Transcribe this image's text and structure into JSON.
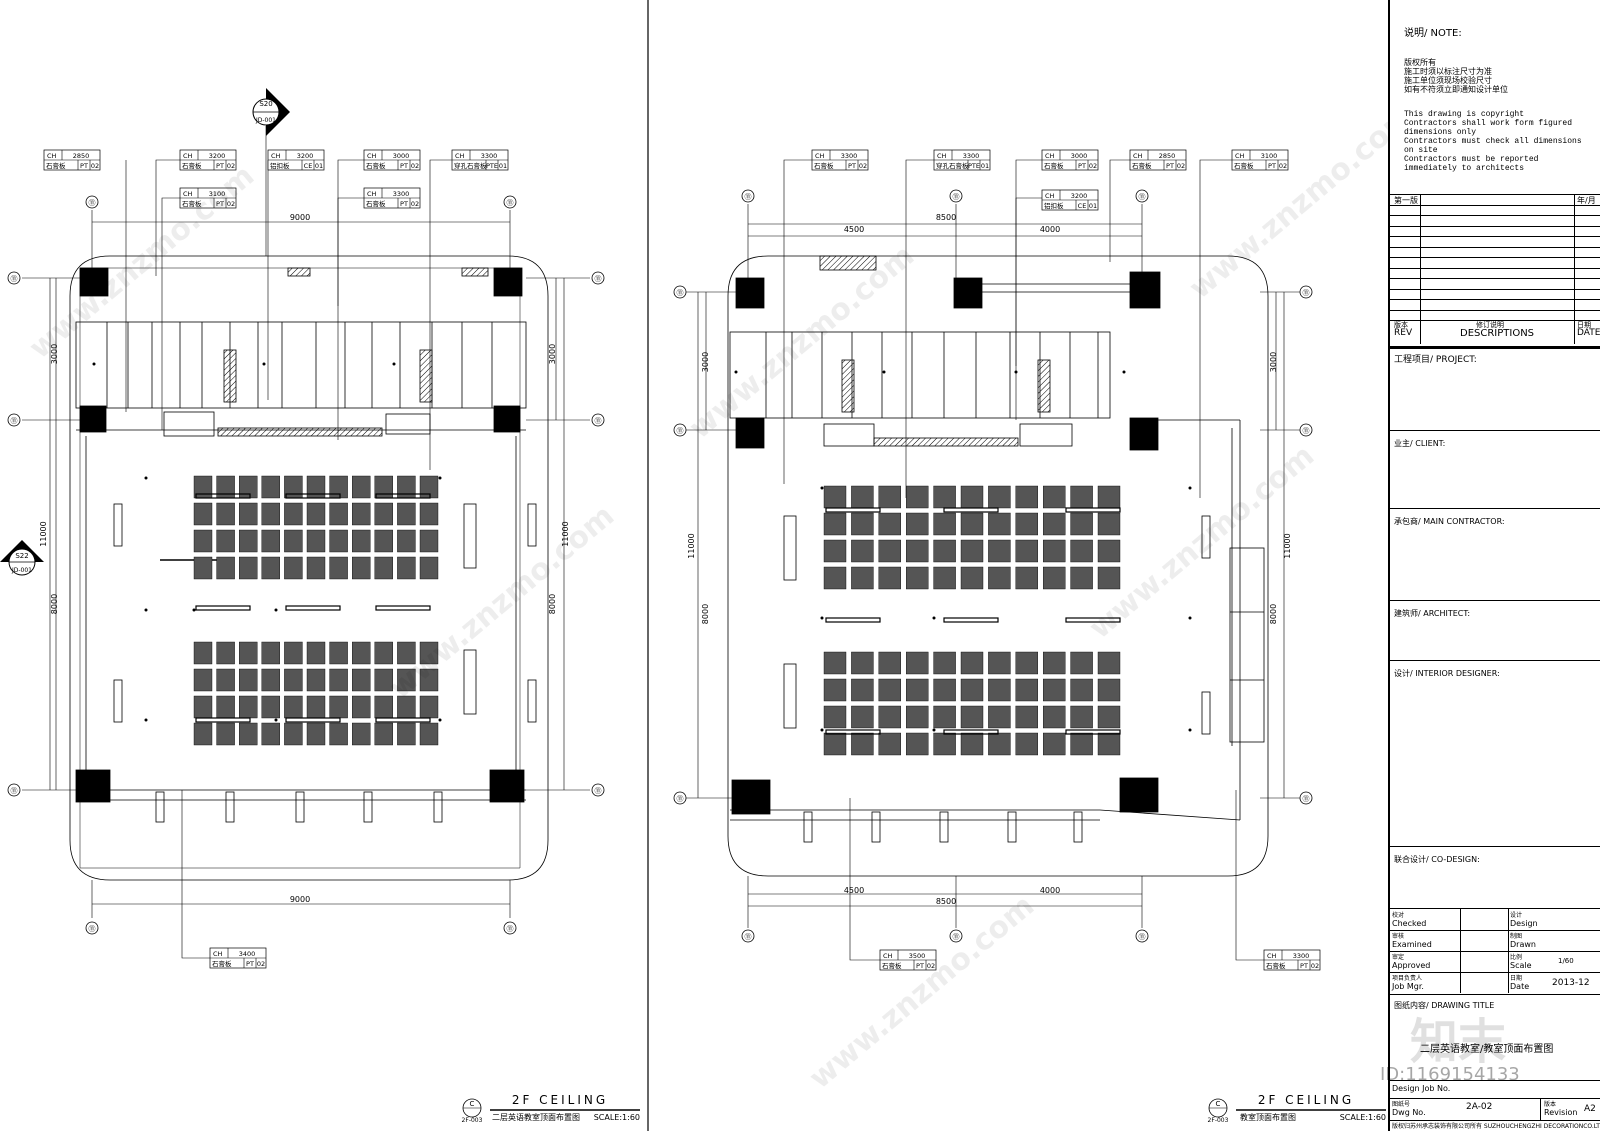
{
  "plans": [
    {
      "grid_top": [
        "⑪",
        "⑪"
      ],
      "top_dim_total": "9000",
      "bottom_dim_total": "9000",
      "side_dims": [
        "3000",
        "11000",
        "8000"
      ],
      "section_marks": [
        {
          "top": "S20",
          "bot": "JD-001"
        },
        {
          "top": "S22",
          "bot": "JD-001"
        }
      ],
      "tags_top": [
        {
          "ch": "2850",
          "mat": "石膏板",
          "code": "PT",
          "num": "02"
        },
        {
          "ch": "3200",
          "mat": "石膏板",
          "code": "PT",
          "num": "02"
        },
        {
          "ch": "3200",
          "mat": "铝扣板",
          "code": "CE",
          "num": "01"
        },
        {
          "ch": "3000",
          "mat": "石膏板",
          "code": "PT",
          "num": "02"
        },
        {
          "ch": "3300",
          "mat": "穿孔石膏板",
          "code": "PTE",
          "num": "01"
        },
        {
          "ch": "3100",
          "mat": "石膏板",
          "code": "PT",
          "num": "02"
        },
        {
          "ch": "3300",
          "mat": "石膏板",
          "code": "PT",
          "num": "02"
        }
      ],
      "tag_bottom": {
        "ch": "3400",
        "mat": "石膏板",
        "code": "PT",
        "num": "02"
      },
      "title": "2F CEILING",
      "subtitle": "二层英语教室顶面布置图",
      "scale": "SCALE:1:60",
      "ref": "2F-003",
      "bubble": "C"
    },
    {
      "top_dims": [
        "4500",
        "4000"
      ],
      "top_dim_total": "8500",
      "bottom_dims": [
        "4500",
        "4000"
      ],
      "bottom_dim_total": "8500",
      "side_dims": [
        "3000",
        "11000",
        "8000"
      ],
      "tags_top": [
        {
          "ch": "3300",
          "mat": "石膏板",
          "code": "PT",
          "num": "02"
        },
        {
          "ch": "3300",
          "mat": "穿孔石膏板",
          "code": "PTE",
          "num": "01"
        },
        {
          "ch": "3000",
          "mat": "石膏板",
          "code": "PT",
          "num": "02"
        },
        {
          "ch": "2850",
          "mat": "石膏板",
          "code": "PT",
          "num": "02"
        },
        {
          "ch": "3100",
          "mat": "石膏板",
          "code": "PT",
          "num": "02"
        },
        {
          "ch": "3200",
          "mat": "铝扣板",
          "code": "CE",
          "num": "01"
        }
      ],
      "tags_bottom": [
        {
          "ch": "3500",
          "mat": "石膏板",
          "code": "PT",
          "num": "02"
        },
        {
          "ch": "3300",
          "mat": "石膏板",
          "code": "PT",
          "num": "02"
        }
      ],
      "title": "2F CEILING",
      "subtitle": "教室顶面布置图",
      "scale": "SCALE:1:60",
      "ref": "2F-003",
      "bubble": "C"
    }
  ],
  "titleblock": {
    "note_label": "说明/ NOTE:",
    "notes_cn": [
      "版权所有",
      "施工时须以标注尺寸为准",
      "施工单位须现场校验尺寸",
      "如有不符须立即通知设计单位"
    ],
    "notes_en": [
      "This drawing is copyright",
      "Contractors shall work form figured",
      "dimensions only",
      "Contractors must check all dimensions",
      "on site",
      "Contractors must be reported",
      "immediately to architects"
    ],
    "rev_first": "第一版",
    "rev_date_head": "年/月",
    "rev_cn": "版本",
    "rev": "REV",
    "desc_cn": "修订说明",
    "desc": "DESCRIPTIONS",
    "date_cn": "日期",
    "date": "DATE",
    "project": "工程项目/  PROJECT:",
    "client": "业主/  CLIENT:",
    "contractor": "承包商/  MAIN CONTRACTOR:",
    "architect": "建筑师/  ARCHITECT:",
    "designer": "设计/  INTERIOR DESIGNER:",
    "codesign": "联合设计/  CO-DESIGN:",
    "checked_cn": "校对",
    "checked": "Checked",
    "design_cn": "设计",
    "design": "Design",
    "examined_cn": "审核",
    "examined": "Examined",
    "drawn_cn": "制图",
    "drawn": "Drawn",
    "approved_cn": "审定",
    "approved": "Approved",
    "scale_cn": "比例",
    "scale_en": "Scale",
    "scale_val": "1/60",
    "jobmgr_cn": "项目负责人",
    "jobmgr": "Job Mgr.",
    "date2_cn": "日期",
    "date2": "Date",
    "date_val": "2013-12",
    "drawing_title_label": "图纸内容/  DRAWING TITLE",
    "drawing_title": "二层英语教室/教室顶面布置图",
    "design_no": "Design Job No.",
    "dwg_cn": "图纸号",
    "dwg": "Dwg No.",
    "dwg_val": "2A-02",
    "revision_cn": "版本",
    "revision": "Revision",
    "revision_val": "A2",
    "company": "版权归苏州承志装饰有限公司所有  SUZHOUCHENGZHI DECORATIONCO.LTD"
  },
  "watermarks": {
    "site": "www.znzmo.com",
    "brand": "知末网",
    "logo": "知末",
    "id": "ID:1169154133"
  }
}
